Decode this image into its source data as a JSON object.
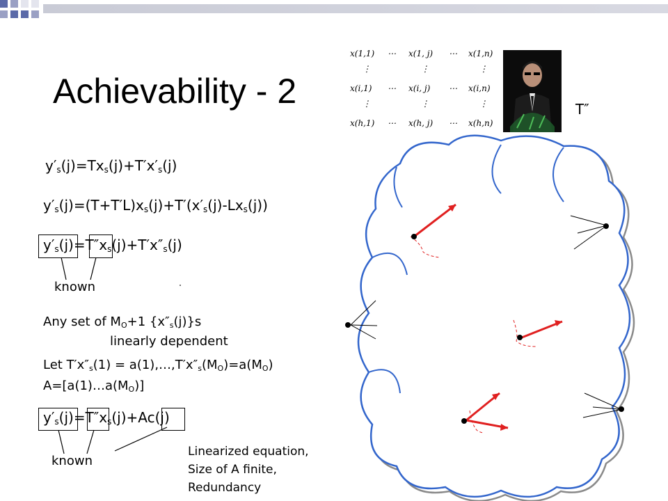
{
  "slide": {
    "title": "Achievability - 2",
    "t_double_prime_label": "T″",
    "matrix": {
      "cells": [
        [
          "x(1,1)",
          "⋯",
          "x(1, j)",
          "⋯",
          "x(1,n)"
        ],
        [
          "⋮",
          "",
          "⋮",
          "",
          "⋮"
        ],
        [
          "x(i,1)",
          "⋯",
          "x(i, j)",
          "⋯",
          "x(i,n)"
        ],
        [
          "⋮",
          "",
          "⋮",
          "",
          "⋮"
        ],
        [
          "x(h,1)",
          "⋯",
          "x(h, j)",
          "⋯",
          "x(h,n)"
        ]
      ]
    },
    "eq1": {
      "a": "y′",
      "s1": "s",
      "b": "(j)=Tx",
      "s2": "s",
      "c": "(j)+T′x′",
      "s3": "s",
      "d": "(j)"
    },
    "eq2": {
      "a": "y′",
      "s1": "s",
      "b": "(j)=(T+T′L)x",
      "s2": "s",
      "c": "(j)+T′(x′",
      "s3": "s",
      "d": "(j)-Lx",
      "s4": "s",
      "e": "(j))"
    },
    "eq3": {
      "a": "y′",
      "s1": "s",
      "b": "(j)=T″x",
      "s2": "s",
      "c": "(j)+T′x″",
      "s3": "s",
      "d": "(j)"
    },
    "known_1": "known",
    "line_any": {
      "a": "Any set of M",
      "s1": "O",
      "b": "+1 {x″",
      "s2": "s",
      "c": "(j)}s"
    },
    "line_lin": "linearly dependent",
    "line_let": {
      "a": "Let T′x″",
      "s1": "s",
      "b": "(1) = a(1),…,T′x″",
      "s2": "s",
      "c": "(M",
      "s3": "O",
      "d": ")=a(M",
      "s4": "O",
      "e": ")"
    },
    "line_A": {
      "a": "A=[a(1)…a(M",
      "s1": "O",
      "b": ")]"
    },
    "eq4": {
      "a": "y′",
      "s1": "s",
      "b": "(j)=T″x",
      "s2": "s",
      "c": "(j)+Ac(j)"
    },
    "known_2": "known",
    "notes": [
      "Linearized equation,",
      "Size of A finite,",
      "Redundancy"
    ],
    "colors": {
      "accent_blue": "#3366cc",
      "arrow_red": "#e02020",
      "topbar": "#c9cbd6"
    }
  }
}
